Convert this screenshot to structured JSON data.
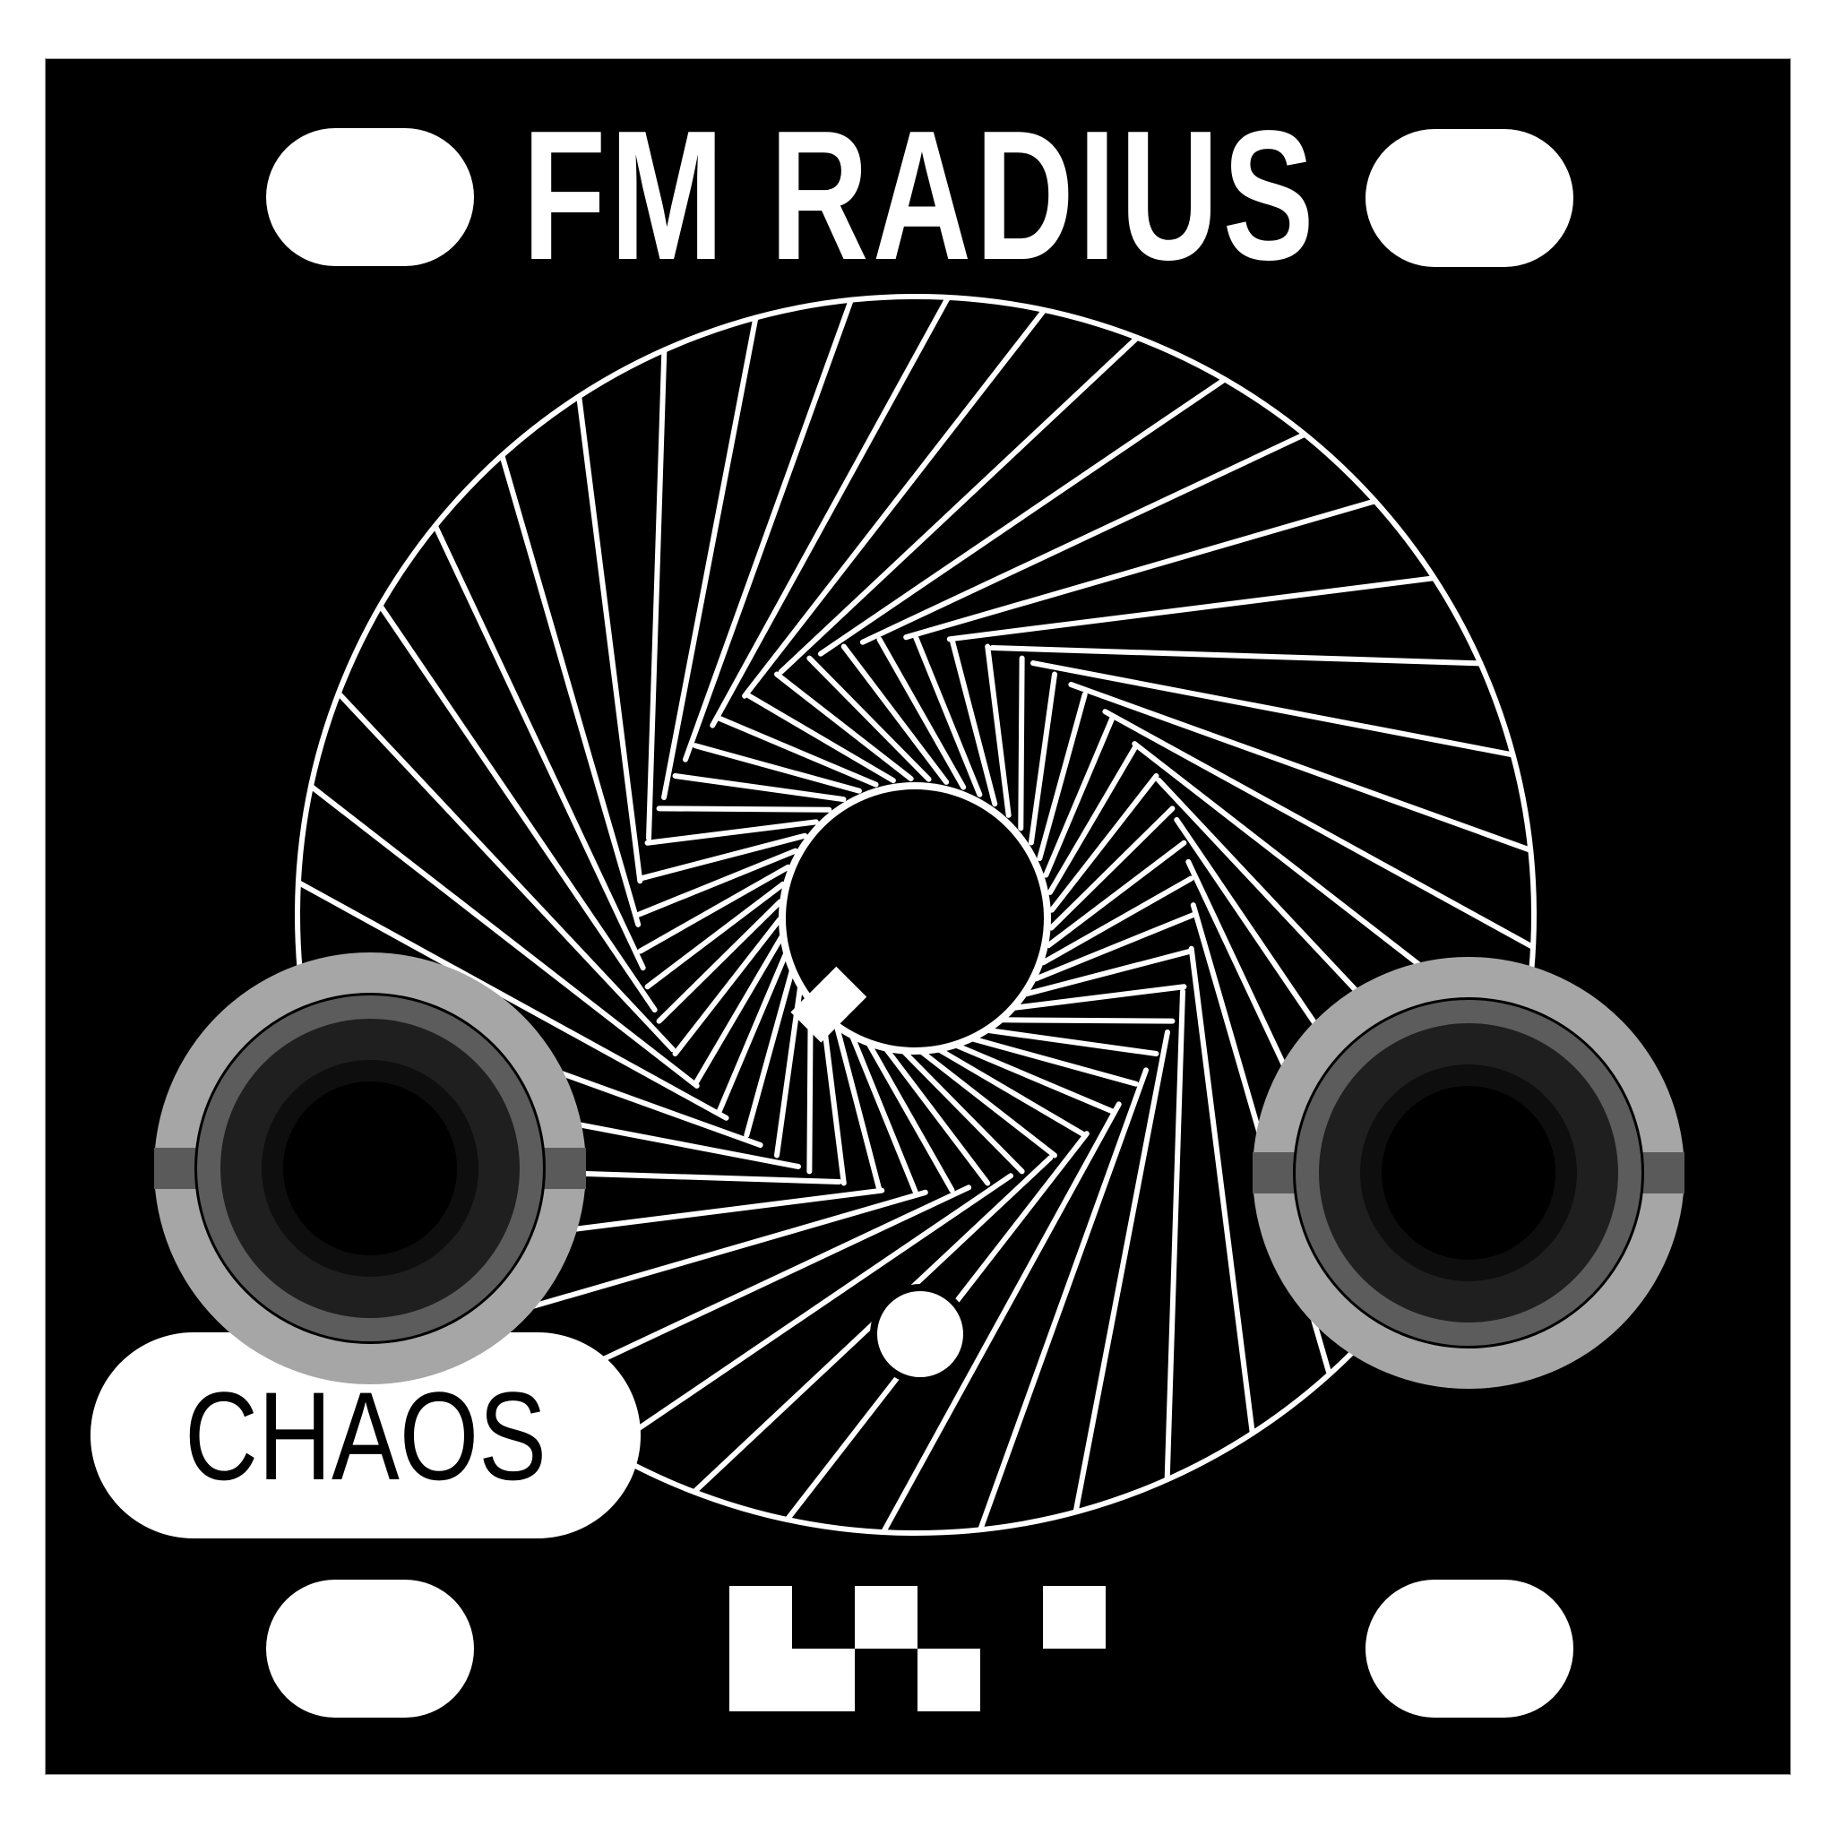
{
  "module": {
    "title": "FM RADIUS",
    "panel_color": "#000000",
    "graphic_color": "#ffffff"
  },
  "knob": {
    "name": "radius-knob",
    "indicator_angle_deg": 225
  },
  "jacks": [
    {
      "id": "left-jack",
      "label": "CHAOS"
    },
    {
      "id": "right-jack",
      "label": ""
    }
  ],
  "labels": {
    "chaos": "CHAOS"
  },
  "colors": {
    "jack_outer": "#a6a6a6",
    "jack_band": "#5a5a5a",
    "jack_ring": "#5c5c5c",
    "jack_inner": "#1f1f1f",
    "jack_inner2": "#0e0e0e",
    "jack_core": "#000000"
  },
  "spiral": {
    "outer_radius": 690,
    "middle_radius": 310,
    "inner_radius": 152,
    "outer_lines": 40,
    "inner_lines": 48
  },
  "logo": {
    "cells": [
      [
        0,
        0
      ],
      [
        0,
        1
      ],
      [
        1,
        1
      ],
      [
        2,
        0
      ],
      [
        3,
        1
      ],
      [
        5,
        0
      ]
    ]
  }
}
